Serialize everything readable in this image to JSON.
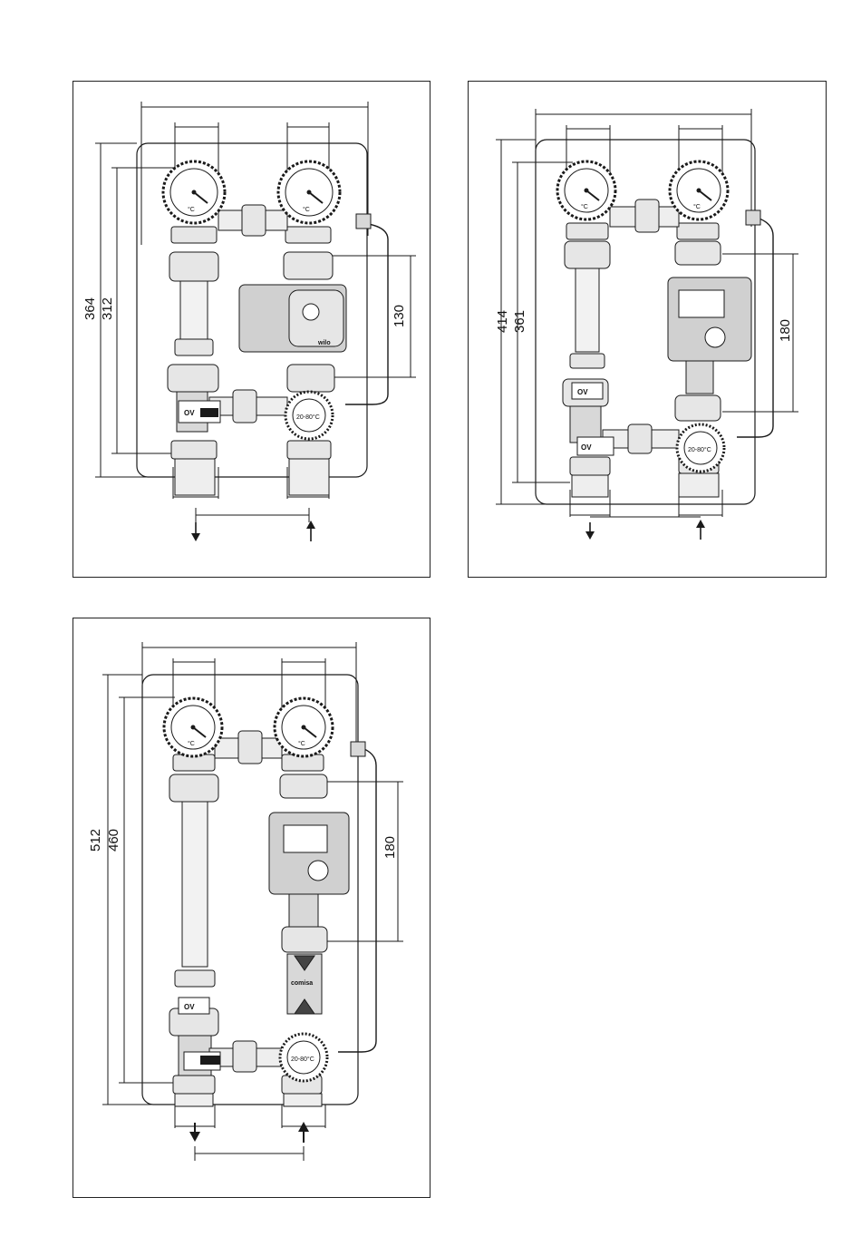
{
  "diagrams": [
    {
      "id": "a",
      "height_outer": "364",
      "height_inner": "312",
      "pump_spacing": "130",
      "valve_label": "OV",
      "pump_brand": "wilo",
      "mixer_scale": "20-80°C",
      "gauge_unit": "°C"
    },
    {
      "id": "b",
      "height_outer": "414",
      "height_inner": "361",
      "pump_spacing": "180",
      "valve_label": "OV",
      "mixer_scale": "20-80°C",
      "gauge_unit": "°C"
    },
    {
      "id": "c",
      "height_outer": "512",
      "height_inner": "460",
      "pump_spacing": "180",
      "valve_label": "OV",
      "mixer_scale": "20-80°C",
      "gauge_unit": "°C",
      "valve_brand": "comisa"
    }
  ],
  "colors": {
    "line": "#1a1a1a",
    "fill_light": "#e6e6e6",
    "fill_mid": "#c8c8c8",
    "panel_bg": "#ffffff"
  }
}
